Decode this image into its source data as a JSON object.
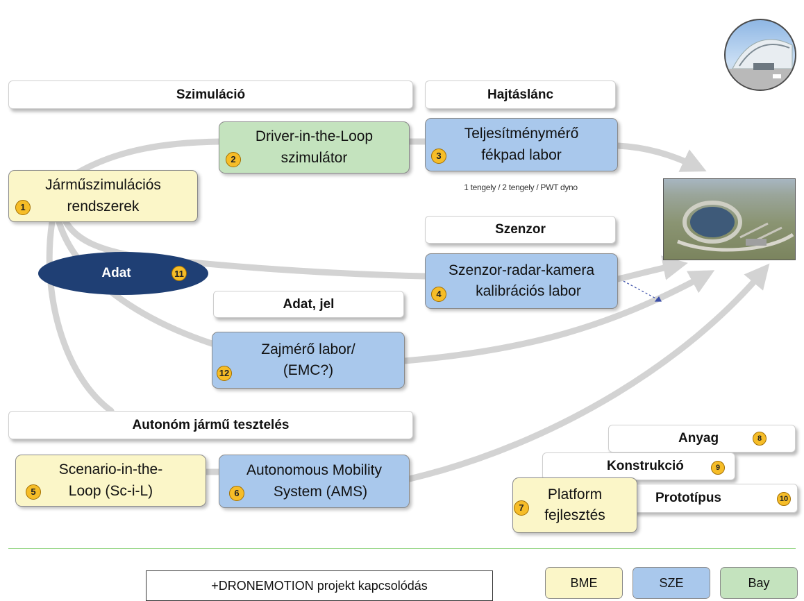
{
  "headers": {
    "simulation": "Szimuláció",
    "powertrain": "Hajtáslánc",
    "sensor": "Szenzor",
    "data_signal": "Adat, jel",
    "autonomous": "Autonóm jármű tesztelés",
    "material": "Anyag",
    "construction": "Konstrukció",
    "prototype": "Prototípus"
  },
  "nodes": {
    "vehicle_sim": {
      "line1": "Járműszimulációs",
      "line2": "rendszerek",
      "badge": "1"
    },
    "dil": {
      "line1": "Driver-in-the-Loop",
      "line2": "szimulátor",
      "badge": "2"
    },
    "dyno": {
      "line1": "Teljesítménymérő",
      "line2": "fékpad labor",
      "badge": "3"
    },
    "sensor_lab": {
      "line1": "Szenzor-radar-kamera",
      "line2": "kalibrációs labor",
      "badge": "4"
    },
    "scil": {
      "line1": "Scenario-in-the-",
      "line2": "Loop (Sc-i-L)",
      "badge": "5"
    },
    "ams": {
      "line1": "Autonomous Mobility",
      "line2": "System (AMS)",
      "badge": "6"
    },
    "platform": {
      "line1": "Platform",
      "line2": "fejlesztés",
      "badge": "7"
    },
    "noise": {
      "line1": "Zajmérő labor/",
      "line2": "(EMC?)",
      "badge": "12"
    }
  },
  "badges": {
    "material": "8",
    "construction": "9",
    "prototype": "10"
  },
  "data_ellipse": {
    "label": "Adat",
    "badge": "11"
  },
  "dyno_note": "1 tengely / 2 tengely / PWT dyno",
  "project_box": "+DRONEMOTION projekt kapcsolódás",
  "legend": [
    {
      "label": "BME",
      "color": "#fbf6c8"
    },
    {
      "label": "SZE",
      "color": "#a9c8ec"
    },
    {
      "label": "Bay",
      "color": "#c4e3be"
    }
  ],
  "colors": {
    "bme": "#fbf6c8",
    "sze": "#a9c8ec",
    "bay": "#c4e3be",
    "arrow": "#d3d3d3",
    "badge": "#f6bd28",
    "ellipse": "#1f3f74"
  },
  "images": {
    "building": "building-photo",
    "test_track": "test-track-aerial-photo"
  }
}
